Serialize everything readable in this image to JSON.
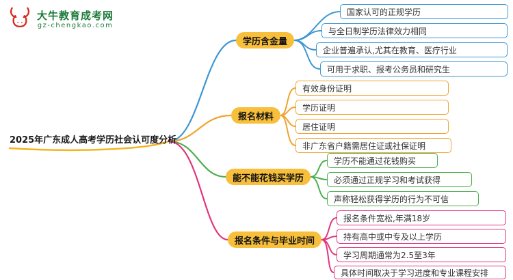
{
  "theme": {
    "accent": "#f5b31e",
    "background": "#ffffff"
  },
  "logo": {
    "title": "大牛教育成考网",
    "url": "gz-chengkao.com",
    "icon": "bull-icon",
    "red": "#d5281e",
    "green": "#1b7a3a"
  },
  "root": {
    "label": "2025年广东成人高考学历社会认可度分析"
  },
  "branches": [
    {
      "label": "学历含金量",
      "color": "#3d96d2",
      "children": [
        "国家认可的正规学历",
        "与全日制学历法律效力相同",
        "企业普遍承认,尤其在教育、医疗行业",
        "可用于求职、报考公务员和研究生"
      ]
    },
    {
      "label": "报名材料",
      "color": "#f0a32f",
      "children": [
        "有效身份证明",
        "学历证明",
        "居住证明",
        "非广东省户籍需居住证或社保证明"
      ]
    },
    {
      "label": "能不能花钱买学历",
      "color": "#4cae4f",
      "children": [
        "学历不能通过花钱购买",
        "必须通过正规学习和考试获得",
        "声称轻松获得学历的行为不可信"
      ]
    },
    {
      "label": "报名条件与毕业时间",
      "color": "#e0367e",
      "children": [
        "报名条件宽松,年满18岁",
        "持有高中或中专及以上学历",
        "学习周期通常为2.5至3年",
        "具体时间取决于学习进度和专业课程安排"
      ]
    }
  ]
}
